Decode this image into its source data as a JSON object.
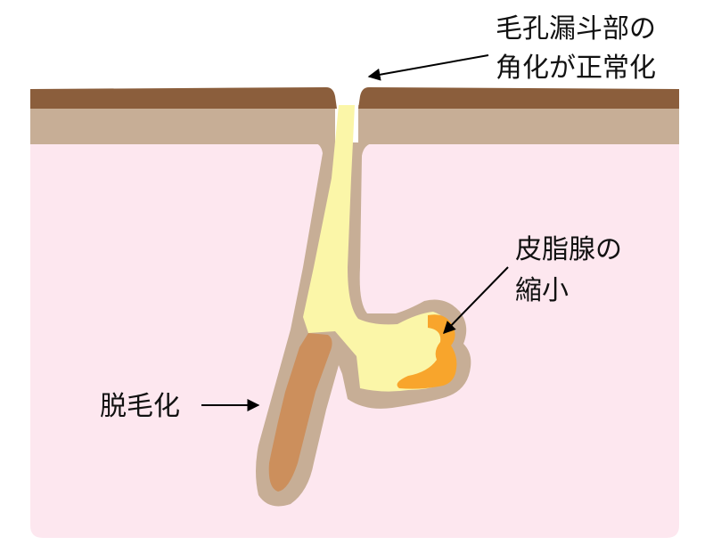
{
  "labels": {
    "infundibulum_line1": "毛孔漏斗部の",
    "infundibulum_line2": "角化が正常化",
    "sebaceous_line1": "皮脂腺の",
    "sebaceous_line2": "縮小",
    "depilation": "脱毛化"
  },
  "colors": {
    "background": "#ffffff",
    "dermis": "#fde7ef",
    "epidermis": "#c7ae96",
    "skin_surface": "#8b5e3c",
    "follicle_fill": "#fbf6a8",
    "hair": "#cc8f5c",
    "sebaceous": "#f8a52c",
    "arrow": "#000000",
    "text": "#111111"
  }
}
